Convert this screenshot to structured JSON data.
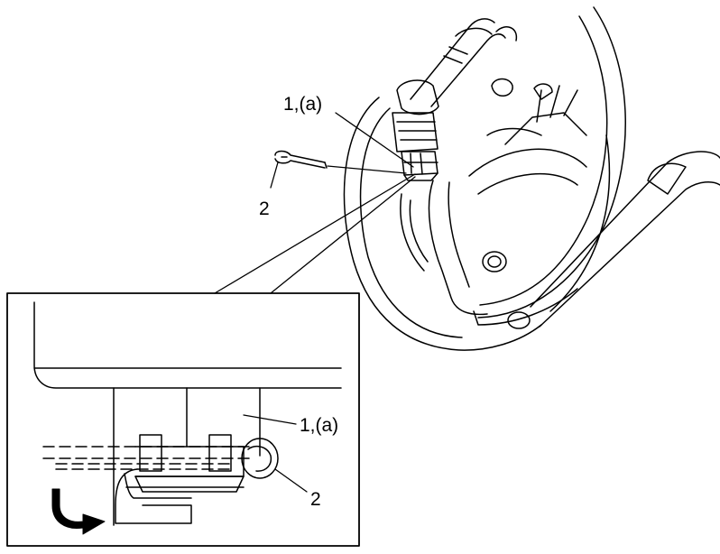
{
  "callouts": {
    "top_nut": "1,(a)",
    "top_pin": "2",
    "detail_nut": "1,(a)",
    "detail_pin": "2"
  },
  "colors": {
    "line": "#000000",
    "background": "#ffffff"
  },
  "icons": {
    "rotation_arrow": "curved-arrow-icon"
  }
}
